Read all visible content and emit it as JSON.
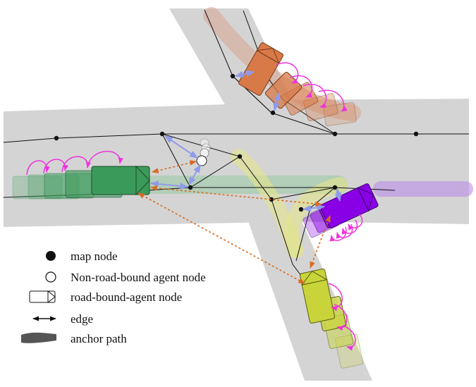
{
  "legend": {
    "map_node": "map node",
    "agent_node": "Non-road-bound agent node",
    "road_agent_node": "road-bound-agent node",
    "edge": "edge",
    "anchor_path": "anchor path"
  },
  "colors": {
    "road": "#d4d4d4",
    "map_line": "#111111",
    "edge_blue": "#9aa6ee",
    "edge_orange": "#d96a20",
    "arc_magenta": "#ee33dd",
    "orange_agent": "#d77a48",
    "green_agent": "#3a9a5a",
    "purple_agent": "#8a00e6",
    "yellow_agent": "#c8d43a"
  }
}
